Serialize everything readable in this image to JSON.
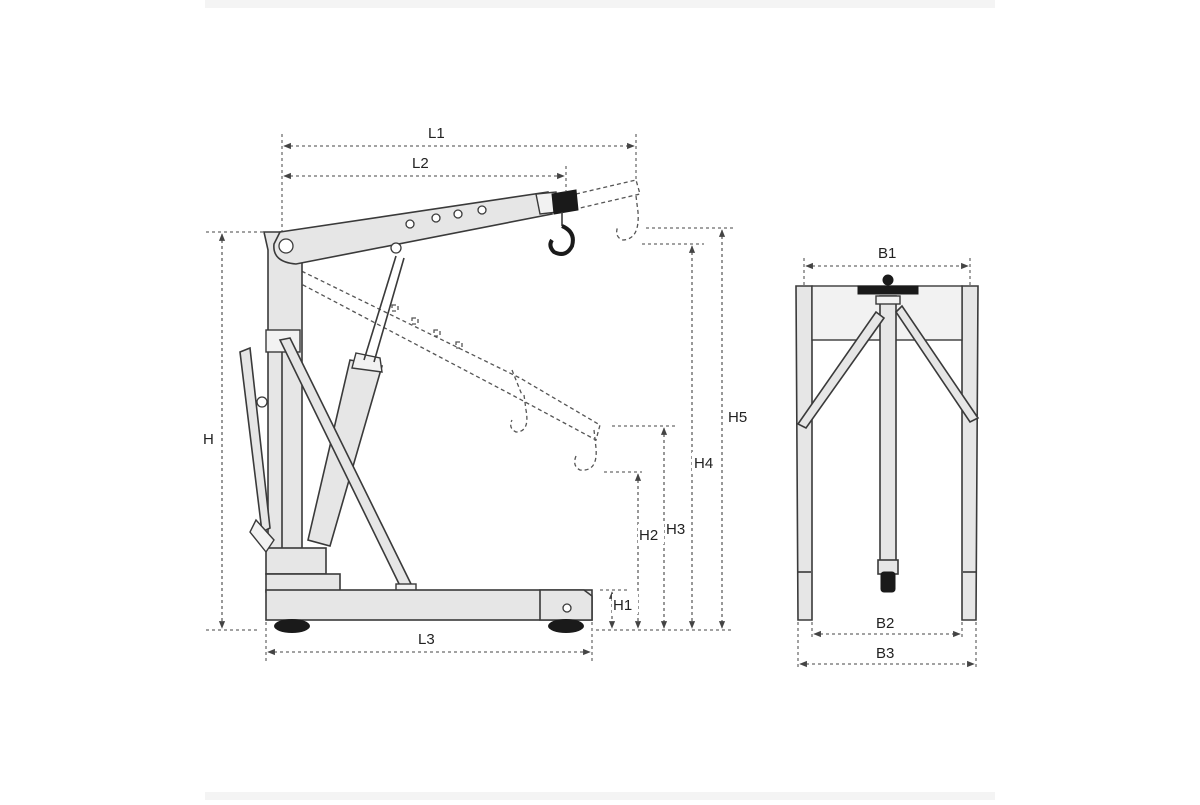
{
  "labels": {
    "L1": "L1",
    "L2": "L2",
    "L3": "L3",
    "H": "H",
    "H1": "H1",
    "H2": "H2",
    "H3": "H3",
    "H4": "H4",
    "H5": "H5",
    "B1": "B1",
    "B2": "B2",
    "B3": "B3"
  },
  "colors": {
    "line": "#3a3a3a",
    "fill": "#e6e6e6",
    "accent_dark": "#1a1a1a"
  }
}
